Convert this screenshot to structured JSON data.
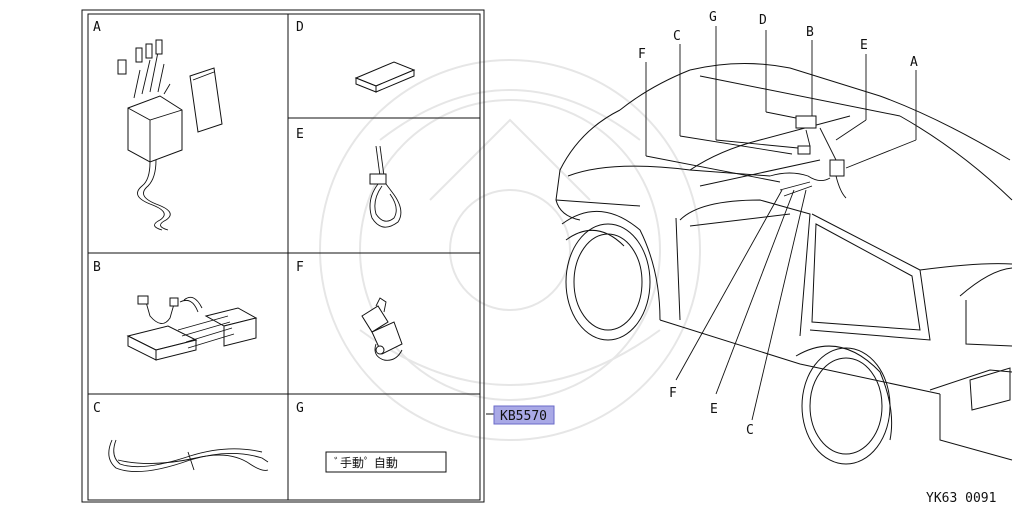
{
  "parts_grid": {
    "cells": [
      {
        "id": "A",
        "label": "A"
      },
      {
        "id": "D",
        "label": "D"
      },
      {
        "id": "E",
        "label": "E"
      },
      {
        "id": "B",
        "label": "B"
      },
      {
        "id": "F",
        "label": "F"
      },
      {
        "id": "C",
        "label": "C"
      },
      {
        "id": "G",
        "label": "G"
      }
    ],
    "switch_label_text": "ﾞ手動ﾟ 自動"
  },
  "part_code": {
    "highlighted": "KB55",
    "suffix": "70"
  },
  "vehicle_callouts": {
    "top": [
      "F",
      "C",
      "G",
      "D",
      "B",
      "E",
      "A"
    ],
    "bottom": [
      "F",
      "E",
      "C"
    ]
  },
  "diagram_code": "YK63 0091"
}
